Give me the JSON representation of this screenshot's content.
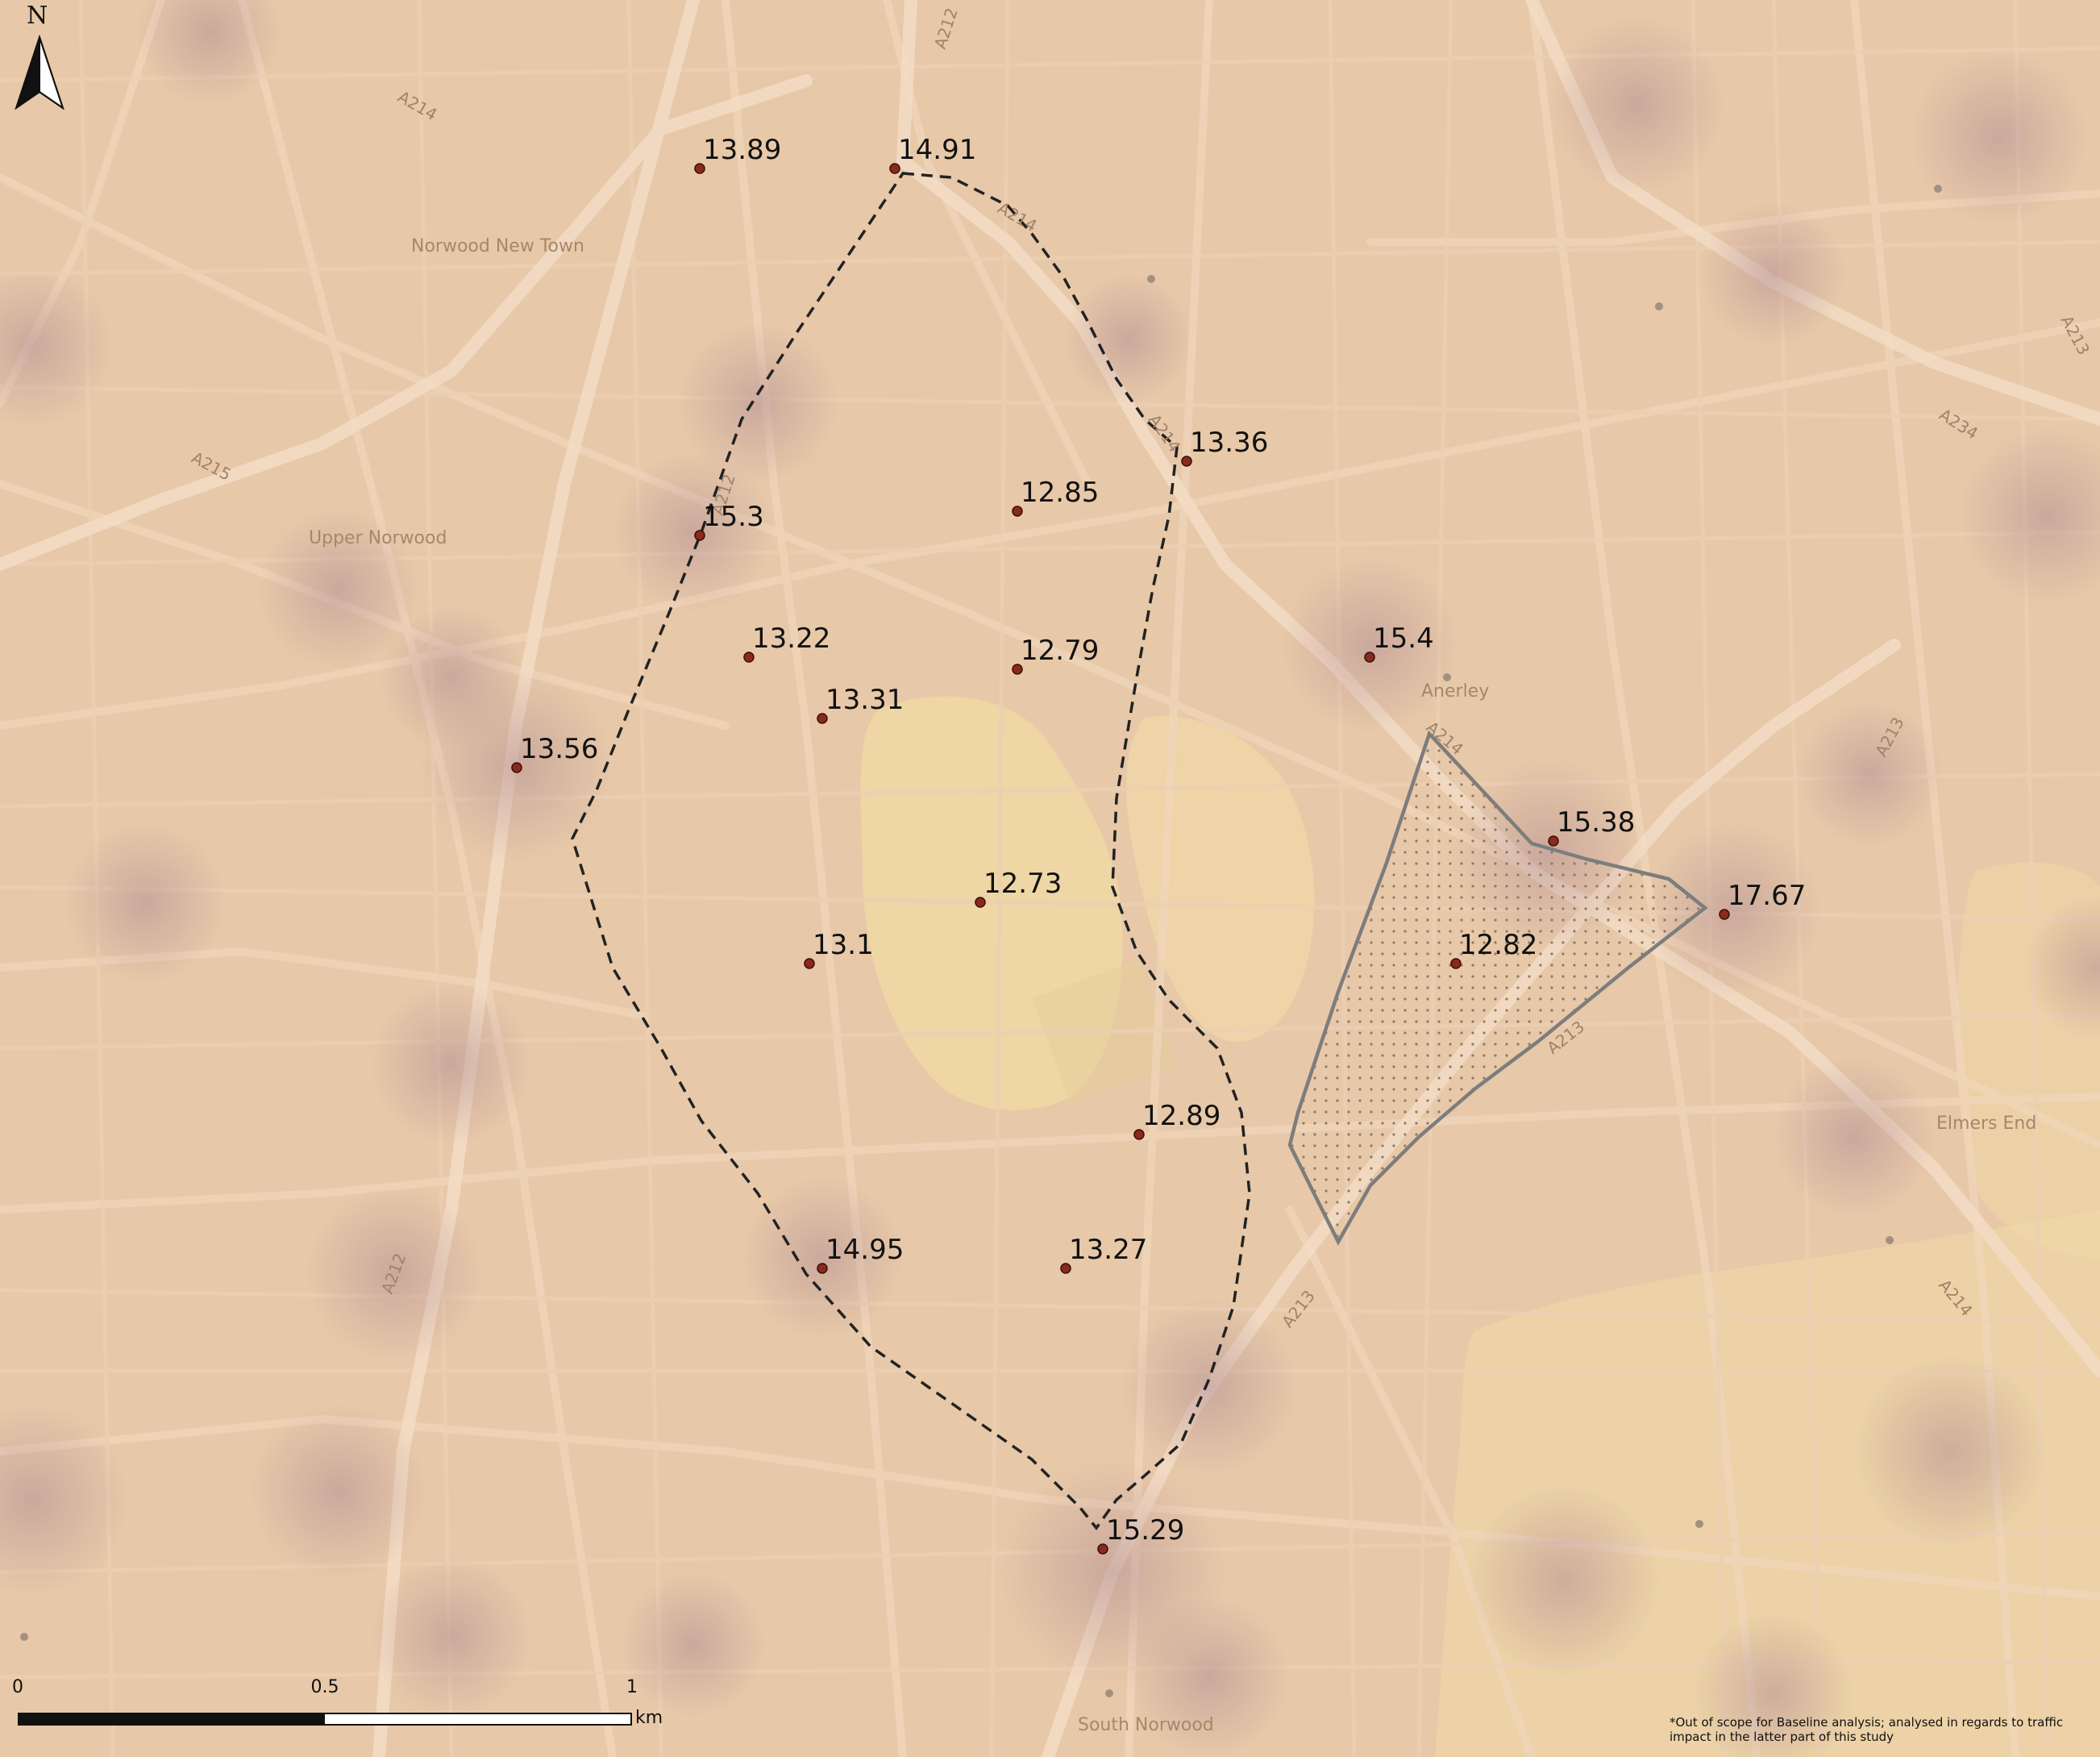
{
  "north_label": "N",
  "scale_bar": {
    "labels": [
      "0",
      "0.5",
      "1"
    ],
    "unit": "km"
  },
  "footnote": "*Out of scope for Baseline analysis; analysed in regards to traffic impact in the latter part of this study",
  "colors": {
    "background": "#e7c8a8",
    "green_space": "#f0d9a6",
    "hotspot": "#c29a96",
    "point": "#8a2a1e",
    "boundary": "#222222",
    "excluded_zone": "#7a7a7a"
  },
  "place_labels": [
    {
      "id": "norwood-new-town",
      "text": "Norwood New Town"
    },
    {
      "id": "upper-norwood",
      "text": "Upper Norwood"
    },
    {
      "id": "anerley",
      "text": "Anerley"
    },
    {
      "id": "elmers-end",
      "text": "Elmers End"
    },
    {
      "id": "south-norwood",
      "text": "South Norwood"
    }
  ],
  "road_labels": [
    {
      "id": "a212-top",
      "text": "A212"
    },
    {
      "id": "a214-topleft",
      "text": "A214"
    },
    {
      "id": "a214-north",
      "text": "A214"
    },
    {
      "id": "a214-mid",
      "text": "A214"
    },
    {
      "id": "a215-west",
      "text": "A215"
    },
    {
      "id": "a212-mid",
      "text": "A212"
    },
    {
      "id": "a213-ne",
      "text": "A213"
    },
    {
      "id": "a234",
      "text": "A234"
    },
    {
      "id": "a214-anerley",
      "text": "A214"
    },
    {
      "id": "a213-east",
      "text": "A213"
    },
    {
      "id": "a213-zone",
      "text": "A213"
    },
    {
      "id": "a213-south",
      "text": "A213"
    },
    {
      "id": "a212-sw",
      "text": "A212"
    },
    {
      "id": "a214-se",
      "text": "A214"
    }
  ],
  "measurements": [
    {
      "id": "p1",
      "value": "13.89"
    },
    {
      "id": "p2",
      "value": "14.91"
    },
    {
      "id": "p3",
      "value": "13.36"
    },
    {
      "id": "p4",
      "value": "12.85"
    },
    {
      "id": "p5",
      "value": "15.3"
    },
    {
      "id": "p6",
      "value": "13.22"
    },
    {
      "id": "p7",
      "value": "12.79"
    },
    {
      "id": "p8",
      "value": "13.31"
    },
    {
      "id": "p9",
      "value": "15.4"
    },
    {
      "id": "p10",
      "value": "13.56"
    },
    {
      "id": "p11",
      "value": "15.38"
    },
    {
      "id": "p12",
      "value": "17.67"
    },
    {
      "id": "p13",
      "value": "12.73"
    },
    {
      "id": "p14",
      "value": "13.1"
    },
    {
      "id": "p15",
      "value": "12.82"
    },
    {
      "id": "p16",
      "value": "12.89"
    },
    {
      "id": "p17",
      "value": "14.95"
    },
    {
      "id": "p18",
      "value": "13.27"
    },
    {
      "id": "p19",
      "value": "15.29"
    }
  ]
}
